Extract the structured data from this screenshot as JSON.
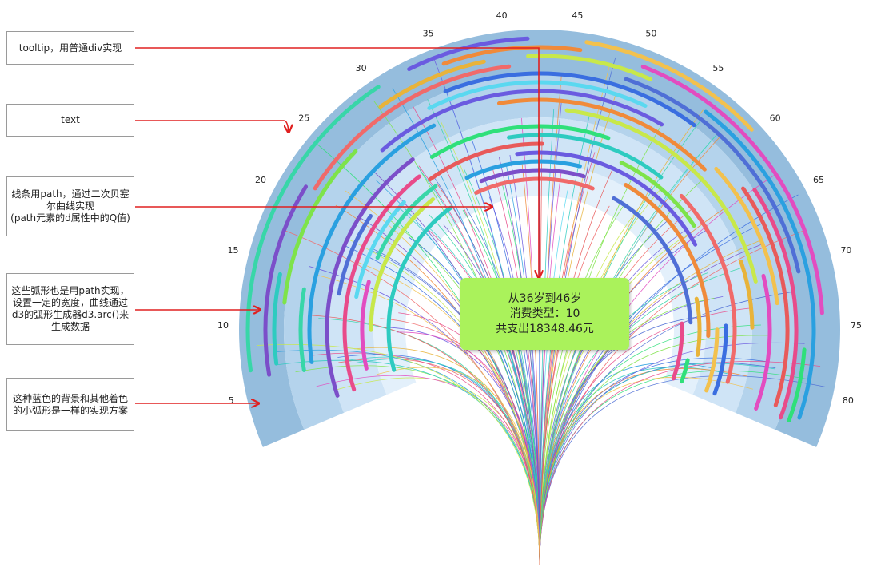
{
  "annotations": [
    {
      "text": "tooltip，用普通div实现"
    },
    {
      "text": "text"
    },
    {
      "text": "线条用path，通过二次贝塞尔曲线实现\n(path元素的d属性中的Q值)"
    },
    {
      "text": "这些弧形也是用path实现，设置一定的宽度，曲线通过d3的弧形生成器d3.arc()来生成数据"
    },
    {
      "text": "这种蓝色的背景和其他着色的小弧形是一样的实现方案"
    }
  ],
  "tooltip": {
    "line1": "从36岁到46岁",
    "line2": "消费类型：10",
    "line3": "共支出18348.46元"
  },
  "age_labels": [
    "5",
    "10",
    "15",
    "20",
    "25",
    "30",
    "35",
    "40",
    "45",
    "50",
    "55",
    "60",
    "65",
    "70",
    "75",
    "80"
  ],
  "colors": {
    "annotation_arrow": "#e02020",
    "tooltip_bg": "#aaf25b",
    "band_outer": "#95bddd",
    "band_mid": "#b4d3ec",
    "band_inner": "#cfe4f6",
    "band_core": "#e3f0fb",
    "arc_palette": [
      "#e84b8a",
      "#2ecbc0",
      "#f06a6a",
      "#4f6fd6",
      "#2fe07a",
      "#7b4fc9",
      "#e8b33a",
      "#c8e84a",
      "#2aa0e0",
      "#f08a3a",
      "#e24cc0",
      "#38d6a8",
      "#6a5be0",
      "#f2c14e",
      "#5ad8f0",
      "#e85a5a",
      "#7ee34a",
      "#3a6ee0"
    ]
  }
}
